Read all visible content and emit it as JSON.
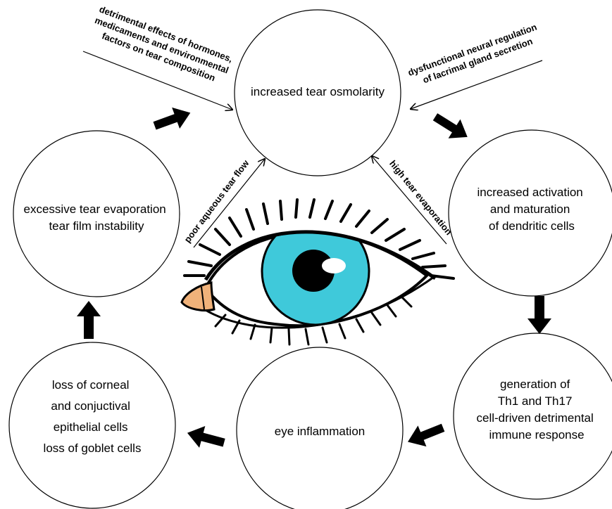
{
  "nodes": {
    "osmolarity": [
      "increased tear osmolarity"
    ],
    "dendritic": [
      "increased activation",
      "and maturation",
      "of dendritic cells"
    ],
    "th": [
      "generation of",
      "Th1 and Th17",
      "cell-driven detrimental",
      "immune response"
    ],
    "inflammation": [
      "eye inflammation"
    ],
    "loss": [
      "loss of corneal",
      "and conjuctival",
      "epithelial cells",
      "loss of goblet cells"
    ],
    "evaporation": [
      "excessive tear evaporation",
      "tear film instability"
    ]
  },
  "annotations": {
    "hormones": [
      "detrimental effects of hormones,",
      "medicaments and environmental",
      "factors on tear composition"
    ],
    "neural": [
      "dysfunctional neural regulation",
      "of lacrimal gland secretion"
    ],
    "poor_flow": "poor aqueous tear flow",
    "high_evap": "high tear evaporation"
  },
  "colors": {
    "iris": "#3fc9da",
    "pupil": "#000000",
    "highlight": "#ffffff",
    "caruncle": "#f0b27a",
    "outline": "#000000"
  }
}
